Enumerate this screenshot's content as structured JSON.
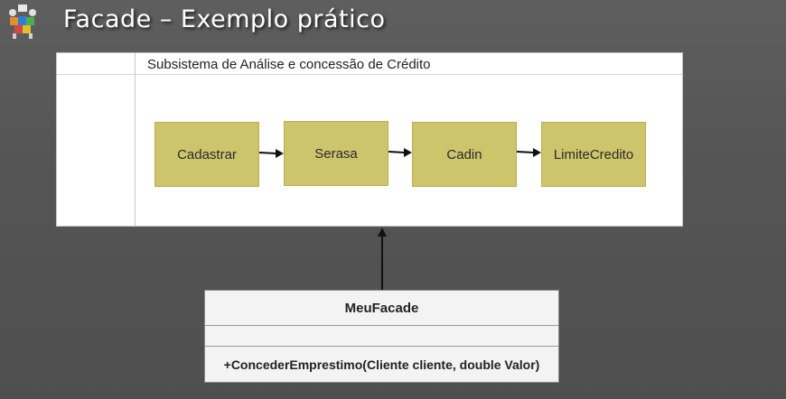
{
  "header": {
    "title": "Facade – Exemplo prático",
    "logo_icon": "puzzle-figures-logo-icon"
  },
  "subsystem": {
    "title": "Subsistema de Análise e concessão de Crédito",
    "components": [
      "Cadastrar",
      "Serasa",
      "Cadin",
      "LimiteCredito"
    ],
    "component_color": "#cdc46c"
  },
  "facade_class": {
    "name": "MeuFacade",
    "attributes": [],
    "method": "+ConcederEmprestimo(Cliente cliente, double Valor)"
  }
}
